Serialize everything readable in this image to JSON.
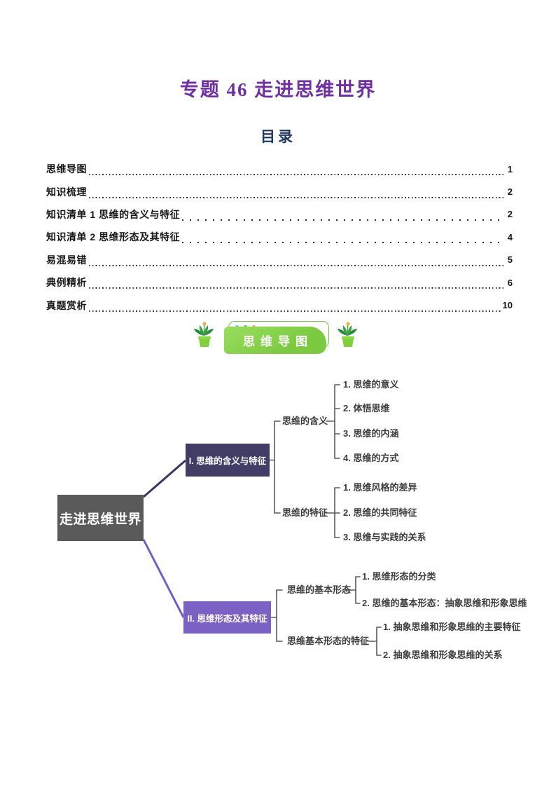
{
  "page": {
    "title": "专题 46 走进思维世界",
    "toc_heading": "目录"
  },
  "toc": {
    "items": [
      {
        "label": "思维导图",
        "page": "1",
        "leader": "dense"
      },
      {
        "label": "知识梳理",
        "page": "2",
        "leader": "dense"
      },
      {
        "label": "知识清单 1 思维的含义与特征",
        "page": "2",
        "leader": "sparse"
      },
      {
        "label": "知识清单 2 思维形态及其特征",
        "page": "4",
        "leader": "sparse"
      },
      {
        "label": "易混易错",
        "page": "5",
        "leader": "dense"
      },
      {
        "label": "典例精析",
        "page": "6",
        "leader": "dense"
      },
      {
        "label": "真题赏析",
        "page": "10",
        "leader": "dense"
      }
    ]
  },
  "banner": {
    "label": "思维导图"
  },
  "mindmap": {
    "root": "走进思维世界",
    "branches": [
      {
        "label": "I. 思维的含义与特征",
        "color": "#413d66",
        "children": [
          {
            "label": "思维的含义",
            "items": [
              "1. 思维的意义",
              "2. 体悟思维",
              "3. 思维的内涵",
              "4. 思维的方式"
            ]
          },
          {
            "label": "思维的特征",
            "items": [
              "1. 思维风格的差异",
              "2. 思维的共同特征",
              "3. 思维与实践的关系"
            ]
          }
        ]
      },
      {
        "label": "II. 思维形态及其特征",
        "color": "#7b61c4",
        "children": [
          {
            "label": "思维的基本形态",
            "items": [
              "1. 思维形态的分类",
              "2. 思维的基本形态：抽象思维和形象思维"
            ]
          },
          {
            "label": "思维基本形态的特征",
            "items": [
              "1. 抽象思维和形象思维的主要特征",
              "2. 抽象思维和形象思维的关系"
            ]
          }
        ]
      }
    ]
  },
  "colors": {
    "title": "#7030a0",
    "toc_heading": "#1f3864",
    "banner_green": "#7bca40",
    "root_box": "#5a5a5a",
    "branch1_box": "#413d66",
    "branch2_box": "#7b61c4",
    "connector_top": "#3a3467",
    "connector_bottom": "#6f5ec8",
    "bracket_gray": "#5a5a5a",
    "dot_blue": "#7ab7e8",
    "dot_green": "#5fc25f",
    "dot_orange": "#f0a868"
  }
}
